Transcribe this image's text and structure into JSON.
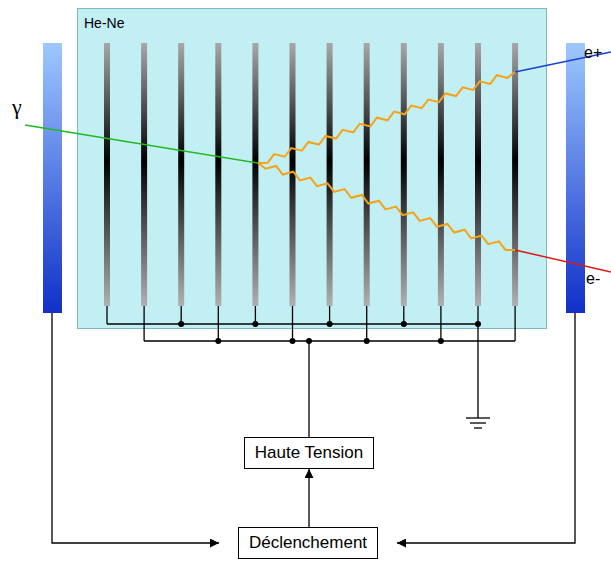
{
  "diagram": {
    "nodes": [
      {
        "text": [
          "He-Ne"
        ]
      },
      {
        "text": [
          "Haute Tension"
        ]
      },
      {
        "text": [
          "Déclenchement"
        ]
      }
    ],
    "edges": [
      {
        "from": 2,
        "to": 1,
        "arrow": "to"
      }
    ],
    "labels": [
      "γ",
      "e+",
      "e-"
    ]
  }
}
